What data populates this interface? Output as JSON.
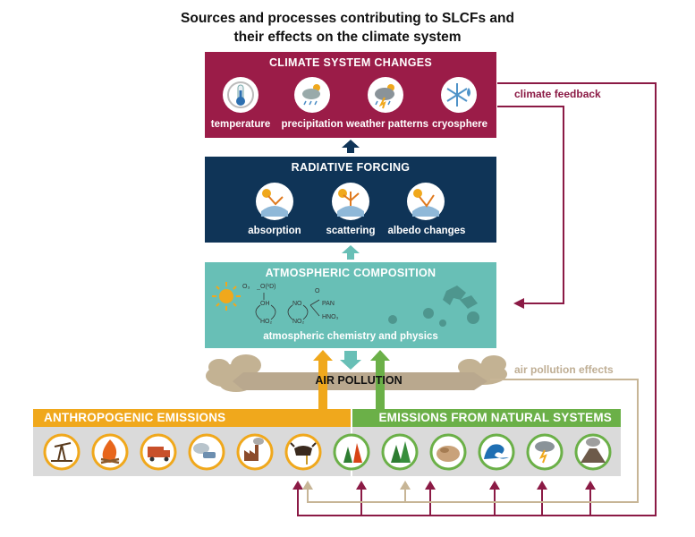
{
  "title_line1": "Sources and processes contributing  to SLCFs and",
  "title_line2": "their effects on the climate system",
  "climate": {
    "heading": "CLIMATE SYSTEM CHANGES",
    "items": [
      "temperature",
      "precipitation",
      "weather patterns",
      "cryosphere"
    ],
    "icons": [
      "thermometer-icon",
      "rain-cloud-icon",
      "storm-cloud-icon",
      "snowflake-icon"
    ]
  },
  "radiative": {
    "heading": "RADIATIVE FORCING",
    "items": [
      "absorption",
      "scattering",
      "albedo changes"
    ]
  },
  "atmos": {
    "heading": "ATMOSPHERIC COMPOSITION",
    "caption": "atmospheric chemistry and physics",
    "chem": {
      "o3": "O₃",
      "o1d": "O(¹D)",
      "oh": "OH",
      "ho2": "HO₂",
      "no": "NO",
      "no2": "NO₂",
      "pan": "PAN",
      "hno3": "HNO₃",
      "o": "O"
    }
  },
  "air_pollution": "AIR POLLUTION",
  "anthropogenic": "ANTHROPOGENIC EMISSIONS",
  "natural": "EMISSIONS FROM NATURAL SYSTEMS",
  "feedback_label": "climate feedback",
  "pollution_effects_label": "air pollution effects",
  "colors": {
    "climate": "#9b1c48",
    "radiative": "#0f3457",
    "atmos": "#68bfb6",
    "pollution": "#bfae94",
    "anthro": "#f0a81c",
    "natural": "#6bb048",
    "band": "#dadada",
    "feedback_line": "#8b1a45",
    "effects_line": "#c7b596"
  }
}
